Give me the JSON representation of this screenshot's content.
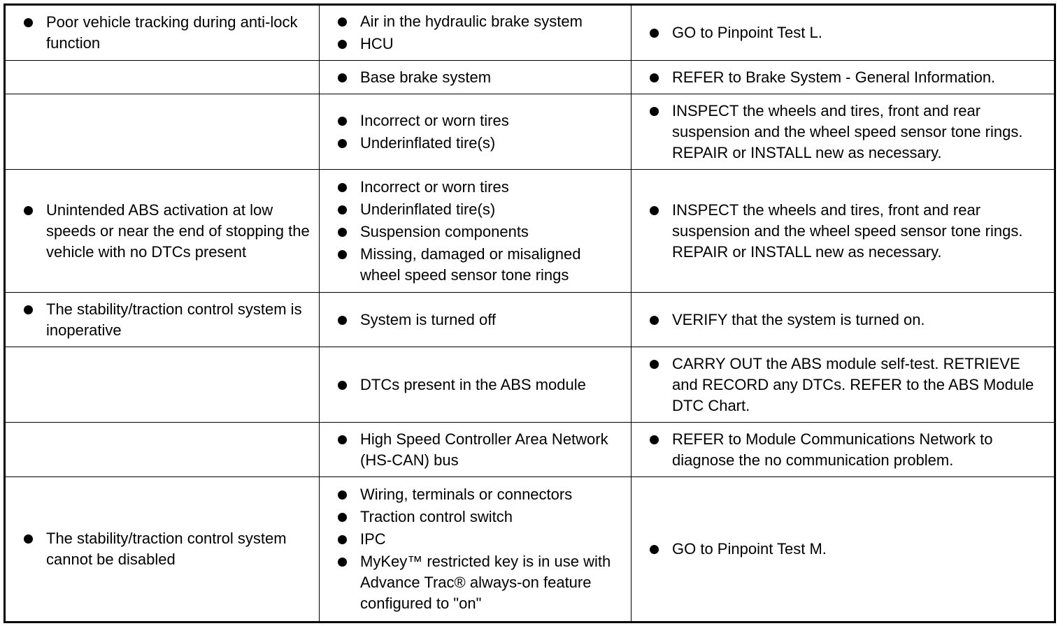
{
  "rows": [
    {
      "condition": [
        "Poor vehicle tracking during anti-lock function"
      ],
      "cause": [
        "Air in the hydraulic brake system",
        "HCU"
      ],
      "action": [
        "GO to Pinpoint Test L."
      ]
    },
    {
      "condition": [],
      "cause": [
        "Base brake system"
      ],
      "action": [
        "REFER to Brake System - General Information."
      ]
    },
    {
      "condition": [],
      "cause": [
        "Incorrect or worn tires",
        "Underinflated tire(s)"
      ],
      "action": [
        "INSPECT the wheels and tires, front and rear suspension and the wheel speed sensor tone rings. REPAIR or INSTALL new as necessary."
      ]
    },
    {
      "condition": [
        "Unintended ABS activation at low speeds or near the end of stopping the vehicle with no DTCs present"
      ],
      "cause": [
        "Incorrect or worn tires",
        "Underinflated tire(s)",
        "Suspension components",
        "Missing, damaged or misaligned wheel speed sensor tone rings"
      ],
      "action": [
        "INSPECT the wheels and tires, front and rear suspension and the wheel speed sensor tone rings. REPAIR or INSTALL new as necessary."
      ]
    },
    {
      "condition": [
        "The stability/traction control system is inoperative"
      ],
      "cause": [
        "System is turned off"
      ],
      "action": [
        "VERIFY that the system is turned on."
      ]
    },
    {
      "condition": [],
      "cause": [
        "DTCs present in the ABS module"
      ],
      "action": [
        "CARRY OUT the ABS module self-test. RETRIEVE and RECORD any DTCs. REFER to the ABS Module DTC Chart."
      ]
    },
    {
      "condition": [],
      "cause": [
        "High Speed Controller Area Network (HS-CAN) bus"
      ],
      "action": [
        "REFER to Module Communications Network to diagnose the no communication problem."
      ]
    },
    {
      "condition": [
        "The stability/traction control system cannot be disabled"
      ],
      "cause": [
        "Wiring, terminals or connectors",
        "Traction control switch",
        "IPC",
        "MyKey™ restricted key is in use with Advance Trac® always-on feature configured to \"on\""
      ],
      "action": [
        "GO to Pinpoint Test M."
      ]
    }
  ]
}
